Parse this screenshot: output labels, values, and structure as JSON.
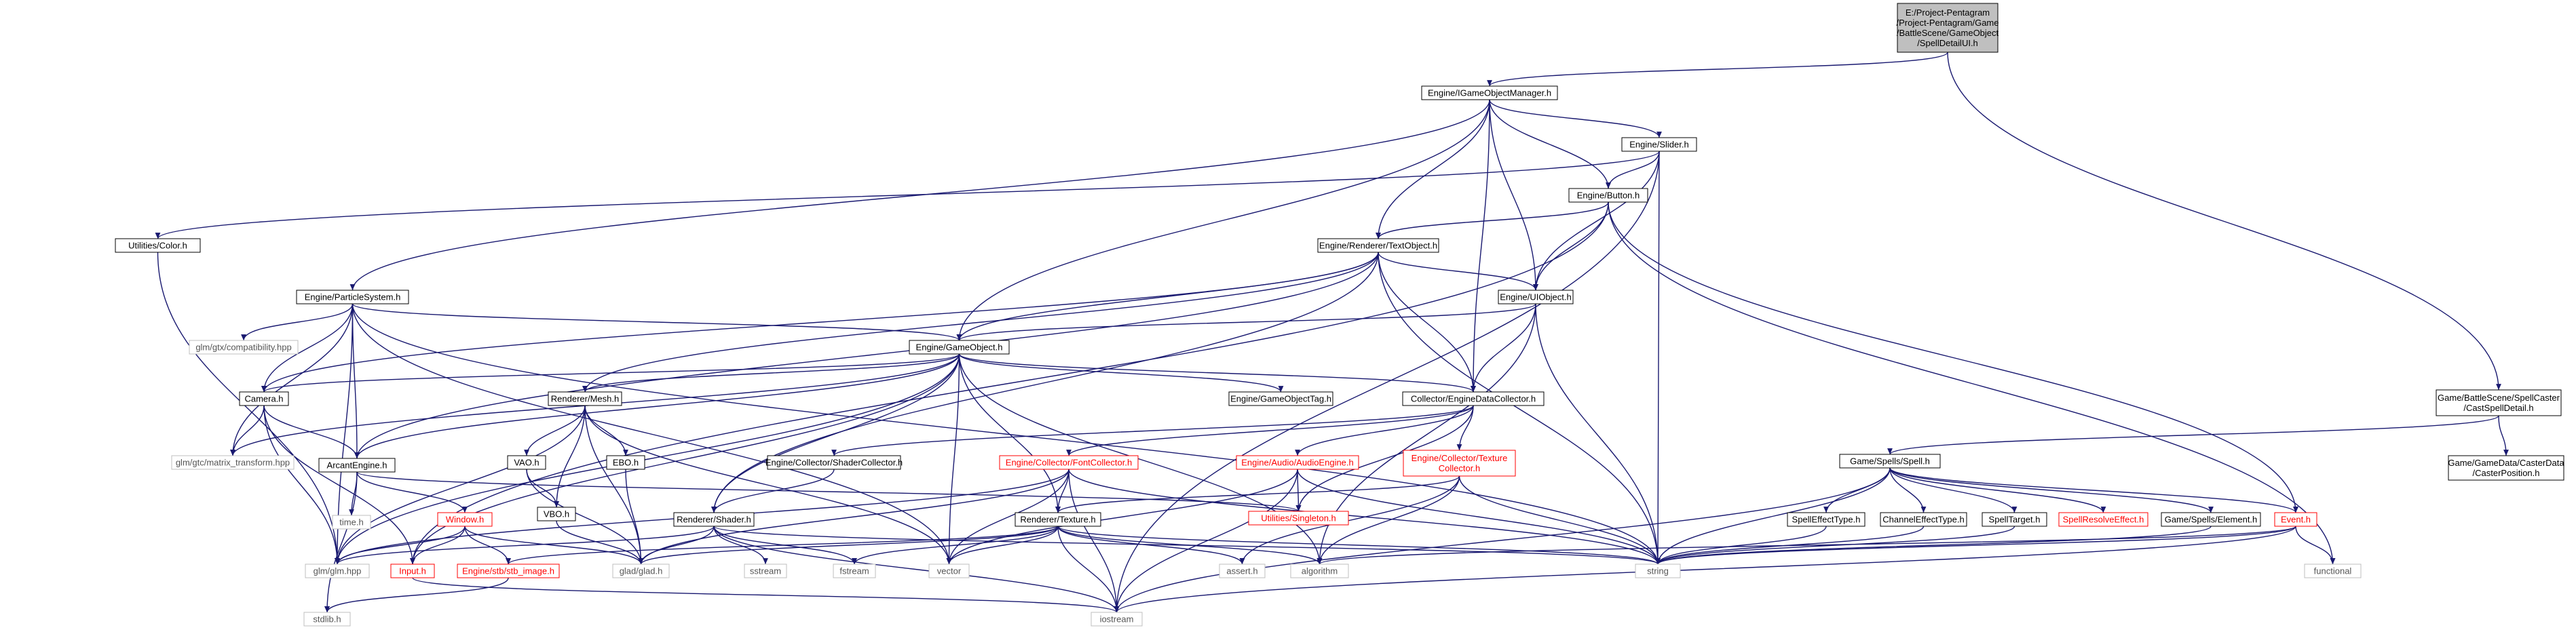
{
  "diagram": {
    "nodes": [
      {
        "id": "root",
        "lines": [
          "E:/Project-Pentagram",
          "/Project-Pentagram/Game",
          "/BattleScene/GameObject",
          "/SpellDetailUI.h"
        ],
        "style": "root"
      },
      {
        "id": "igom",
        "lines": [
          "Engine/IGameObjectManager.h"
        ]
      },
      {
        "id": "cast",
        "lines": [
          "Game/BattleScene/SpellCaster",
          "/CastSpellDetail.h"
        ]
      },
      {
        "id": "slider",
        "lines": [
          "Engine/Slider.h"
        ]
      },
      {
        "id": "button",
        "lines": [
          "Engine/Button.h"
        ]
      },
      {
        "id": "color",
        "lines": [
          "Utilities/Color.h"
        ]
      },
      {
        "id": "rto",
        "lines": [
          "Engine/Renderer/TextObject.h"
        ]
      },
      {
        "id": "ps",
        "lines": [
          "Engine/ParticleSystem.h"
        ]
      },
      {
        "id": "uio",
        "lines": [
          "Engine/UIObject.h"
        ]
      },
      {
        "id": "compat",
        "lines": [
          "glm/gtx/compatibility.hpp"
        ],
        "style": "external"
      },
      {
        "id": "go",
        "lines": [
          "Engine/GameObject.h"
        ]
      },
      {
        "id": "camera",
        "lines": [
          "Camera.h"
        ]
      },
      {
        "id": "mesh",
        "lines": [
          "Renderer/Mesh.h"
        ]
      },
      {
        "id": "gotag",
        "lines": [
          "Engine/GameObjectTag.h"
        ]
      },
      {
        "id": "edc",
        "lines": [
          "Collector/EngineDataCollector.h"
        ]
      },
      {
        "id": "gamespell",
        "lines": [
          "Game/Spells/Spell.h"
        ]
      },
      {
        "id": "casterdata",
        "lines": [
          "Game/GameData/CasterData",
          "/CasterPosition.h"
        ]
      },
      {
        "id": "mt",
        "lines": [
          "glm/gtc/matrix_transform.hpp"
        ],
        "style": "external"
      },
      {
        "id": "vao",
        "lines": [
          "VAO.h"
        ]
      },
      {
        "id": "ebo",
        "lines": [
          "EBO.h"
        ]
      },
      {
        "id": "shcol",
        "lines": [
          "Engine/Collector/ShaderCollector.h"
        ]
      },
      {
        "id": "fontcol",
        "lines": [
          "Engine/Collector/FontCollector.h"
        ],
        "style": "red"
      },
      {
        "id": "audio",
        "lines": [
          "Engine/Audio/AudioEngine.h"
        ],
        "style": "red"
      },
      {
        "id": "texcol",
        "lines": [
          "Engine/Collector/Texture",
          "Collector.h"
        ],
        "style": "red"
      },
      {
        "id": "arcant",
        "lines": [
          "ArcantEngine.h"
        ]
      },
      {
        "id": "vbo",
        "lines": [
          "VBO.h"
        ]
      },
      {
        "id": "singleton",
        "lines": [
          "Utilities/Singleton.h"
        ],
        "style": "red"
      },
      {
        "id": "spelleff",
        "lines": [
          "SpellEffectType.h"
        ]
      },
      {
        "id": "channel",
        "lines": [
          "ChannelEffectType.h"
        ]
      },
      {
        "id": "target",
        "lines": [
          "SpellTarget.h"
        ]
      },
      {
        "id": "resolve",
        "lines": [
          "SpellResolveEffect.h"
        ],
        "style": "red"
      },
      {
        "id": "element",
        "lines": [
          "Game/Spells/Element.h"
        ]
      },
      {
        "id": "event",
        "lines": [
          "Event.h"
        ],
        "style": "red"
      },
      {
        "id": "time",
        "lines": [
          "time.h"
        ],
        "style": "external"
      },
      {
        "id": "window",
        "lines": [
          "Window.h"
        ],
        "style": "red"
      },
      {
        "id": "shader",
        "lines": [
          "Renderer/Shader.h"
        ]
      },
      {
        "id": "texture",
        "lines": [
          "Renderer/Texture.h"
        ]
      },
      {
        "id": "functional",
        "lines": [
          "functional"
        ],
        "style": "external"
      },
      {
        "id": "glm",
        "lines": [
          "glm/glm.hpp"
        ],
        "style": "external"
      },
      {
        "id": "input",
        "lines": [
          "Input.h"
        ],
        "style": "red"
      },
      {
        "id": "stbimg",
        "lines": [
          "Engine/stb/stb_image.h"
        ],
        "style": "red"
      },
      {
        "id": "glad",
        "lines": [
          "glad/glad.h"
        ],
        "style": "external"
      },
      {
        "id": "sstream",
        "lines": [
          "sstream"
        ],
        "style": "external"
      },
      {
        "id": "fstream",
        "lines": [
          "fstream"
        ],
        "style": "external"
      },
      {
        "id": "vector",
        "lines": [
          "vector"
        ],
        "style": "external"
      },
      {
        "id": "assert",
        "lines": [
          "assert.h"
        ],
        "style": "external"
      },
      {
        "id": "algorithm",
        "lines": [
          "algorithm"
        ],
        "style": "external"
      },
      {
        "id": "string",
        "lines": [
          "string"
        ],
        "style": "external"
      },
      {
        "id": "stdlib",
        "lines": [
          "stdlib.h"
        ],
        "style": "external"
      },
      {
        "id": "iostream",
        "lines": [
          "iostream"
        ],
        "style": "external"
      }
    ],
    "edges": [
      [
        "root",
        "igom"
      ],
      [
        "root",
        "cast"
      ],
      [
        "igom",
        "slider"
      ],
      [
        "igom",
        "button"
      ],
      [
        "igom",
        "rto"
      ],
      [
        "igom",
        "ps"
      ],
      [
        "igom",
        "uio"
      ],
      [
        "igom",
        "go"
      ],
      [
        "igom",
        "edc"
      ],
      [
        "slider",
        "button"
      ],
      [
        "slider",
        "color"
      ],
      [
        "slider",
        "uio"
      ],
      [
        "slider",
        "string"
      ],
      [
        "slider",
        "iostream"
      ],
      [
        "button",
        "rto"
      ],
      [
        "button",
        "uio"
      ],
      [
        "button",
        "event"
      ],
      [
        "button",
        "functional"
      ],
      [
        "button",
        "input"
      ],
      [
        "color",
        "glm"
      ],
      [
        "rto",
        "uio"
      ],
      [
        "rto",
        "go"
      ],
      [
        "rto",
        "camera"
      ],
      [
        "rto",
        "mesh"
      ],
      [
        "rto",
        "edc"
      ],
      [
        "rto",
        "shader"
      ],
      [
        "rto",
        "arcant"
      ],
      [
        "rto",
        "string"
      ],
      [
        "ps",
        "go"
      ],
      [
        "ps",
        "camera"
      ],
      [
        "ps",
        "arcant"
      ],
      [
        "ps",
        "compat"
      ],
      [
        "ps",
        "mt"
      ],
      [
        "ps",
        "glm"
      ],
      [
        "ps",
        "vector"
      ],
      [
        "ps",
        "string"
      ],
      [
        "uio",
        "go"
      ],
      [
        "uio",
        "edc"
      ],
      [
        "uio",
        "algorithm"
      ],
      [
        "uio",
        "string"
      ],
      [
        "go",
        "camera"
      ],
      [
        "go",
        "mesh"
      ],
      [
        "go",
        "gotag"
      ],
      [
        "go",
        "edc"
      ],
      [
        "go",
        "shader"
      ],
      [
        "go",
        "texture"
      ],
      [
        "go",
        "arcant"
      ],
      [
        "go",
        "mt"
      ],
      [
        "go",
        "glm"
      ],
      [
        "go",
        "vector"
      ],
      [
        "go",
        "algorithm"
      ],
      [
        "go",
        "input"
      ],
      [
        "camera",
        "arcant"
      ],
      [
        "camera",
        "mt"
      ],
      [
        "camera",
        "glm"
      ],
      [
        "camera",
        "input"
      ],
      [
        "mesh",
        "vao"
      ],
      [
        "mesh",
        "vbo"
      ],
      [
        "mesh",
        "ebo"
      ],
      [
        "mesh",
        "glad"
      ],
      [
        "mesh",
        "glm"
      ],
      [
        "mesh",
        "vector"
      ],
      [
        "vao",
        "vbo"
      ],
      [
        "vao",
        "glad"
      ],
      [
        "vbo",
        "glad"
      ],
      [
        "ebo",
        "glad"
      ],
      [
        "edc",
        "shcol"
      ],
      [
        "edc",
        "fontcol"
      ],
      [
        "edc",
        "audio"
      ],
      [
        "edc",
        "texcol"
      ],
      [
        "edc",
        "singleton"
      ],
      [
        "shcol",
        "shader"
      ],
      [
        "fontcol",
        "texture"
      ],
      [
        "fontcol",
        "glad"
      ],
      [
        "fontcol",
        "glm"
      ],
      [
        "fontcol",
        "string"
      ],
      [
        "fontcol",
        "vector"
      ],
      [
        "fontcol",
        "iostream"
      ],
      [
        "audio",
        "singleton"
      ],
      [
        "audio",
        "string"
      ],
      [
        "audio",
        "vector"
      ],
      [
        "audio",
        "iostream"
      ],
      [
        "texcol",
        "texture"
      ],
      [
        "texcol",
        "string"
      ],
      [
        "texcol",
        "algorithm"
      ],
      [
        "texcol",
        "assert"
      ],
      [
        "arcant",
        "window"
      ],
      [
        "arcant",
        "singleton"
      ],
      [
        "arcant",
        "time"
      ],
      [
        "arcant",
        "stdlib"
      ],
      [
        "window",
        "glad"
      ],
      [
        "window",
        "glm"
      ],
      [
        "window",
        "input"
      ],
      [
        "window",
        "stbimg"
      ],
      [
        "shader",
        "glad"
      ],
      [
        "shader",
        "glm"
      ],
      [
        "shader",
        "sstream"
      ],
      [
        "shader",
        "fstream"
      ],
      [
        "shader",
        "iostream"
      ],
      [
        "shader",
        "string"
      ],
      [
        "texture",
        "stbimg"
      ],
      [
        "texture",
        "glad"
      ],
      [
        "texture",
        "vector"
      ],
      [
        "texture",
        "assert"
      ],
      [
        "texture",
        "algorithm"
      ],
      [
        "texture",
        "fstream"
      ],
      [
        "texture",
        "iostream"
      ],
      [
        "texture",
        "string"
      ],
      [
        "input",
        "iostream"
      ],
      [
        "stbimg",
        "stdlib"
      ],
      [
        "cast",
        "gamespell"
      ],
      [
        "cast",
        "casterdata"
      ],
      [
        "gamespell",
        "spelleff"
      ],
      [
        "gamespell",
        "channel"
      ],
      [
        "gamespell",
        "target"
      ],
      [
        "gamespell",
        "resolve"
      ],
      [
        "gamespell",
        "element"
      ],
      [
        "gamespell",
        "event"
      ],
      [
        "gamespell",
        "string"
      ],
      [
        "gamespell",
        "iostream"
      ],
      [
        "spelleff",
        "string"
      ],
      [
        "channel",
        "string"
      ],
      [
        "target",
        "string"
      ],
      [
        "element",
        "string"
      ],
      [
        "event",
        "functional"
      ],
      [
        "event",
        "algorithm"
      ],
      [
        "event",
        "iostream"
      ],
      [
        "event",
        "string"
      ]
    ]
  }
}
